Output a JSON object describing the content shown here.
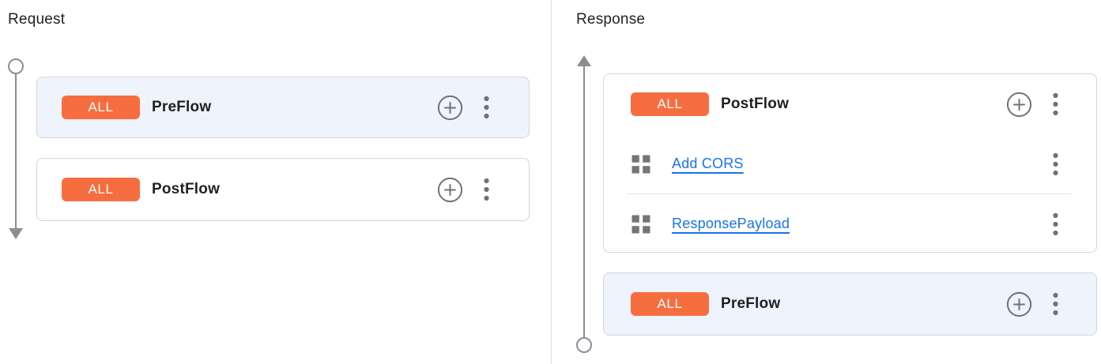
{
  "colors": {
    "badge_orange": "#F66E40",
    "highlight_card_bg": "#EEF3FC",
    "link_blue": "#1A73E8",
    "timeline_gray": "#8A8F94",
    "card_border": "#D3D6DB"
  },
  "request_panel": {
    "title": "Request",
    "preflow": {
      "badge": "ALL",
      "name": "PreFlow"
    },
    "postflow": {
      "badge": "ALL",
      "name": "PostFlow"
    }
  },
  "response_panel": {
    "title": "Response",
    "postflow": {
      "badge": "ALL",
      "name": "PostFlow",
      "policies": [
        {
          "name": "Add CORS"
        },
        {
          "name": "ResponsePayload"
        }
      ]
    },
    "preflow": {
      "badge": "ALL",
      "name": "PreFlow"
    }
  },
  "icons": {
    "add_step": "circled plus",
    "more_menu": "vertical three dots",
    "policy": "2x2 grid of squares",
    "request_timeline": "circle top, arrow down",
    "response_timeline": "arrow up, circle bottom"
  }
}
